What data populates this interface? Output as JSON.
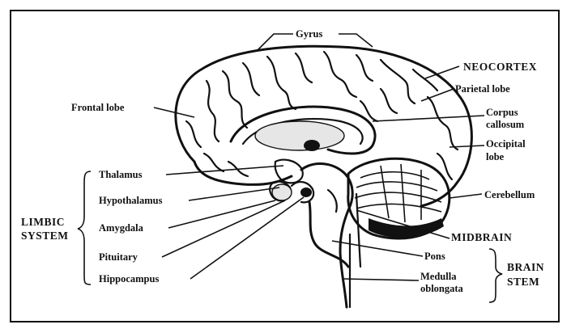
{
  "labels": {
    "gyrus": "Gyrus",
    "neocortex": "NEOCORTEX",
    "parietal_lobe": "Parietal lobe",
    "corpus_callosum_1": "Corpus",
    "corpus_callosum_2": "callosum",
    "occipital_lobe_1": "Occipital",
    "occipital_lobe_2": "lobe",
    "frontal_lobe": "Frontal lobe",
    "thalamus": "Thalamus",
    "hypothalamus": "Hypothalamus",
    "amygdala": "Amygdala",
    "pituitary": "Pituitary",
    "hippocampus": "Hippocampus",
    "cerebellum": "Cerebellum",
    "midbrain": "MIDBRAIN",
    "pons": "Pons",
    "medulla_1": "Medulla",
    "medulla_2": "oblongata"
  },
  "groups": {
    "limbic_1": "LIMBIC",
    "limbic_2": "SYSTEM",
    "brain_stem_1": "BRAIN",
    "brain_stem_2": "STEM"
  }
}
